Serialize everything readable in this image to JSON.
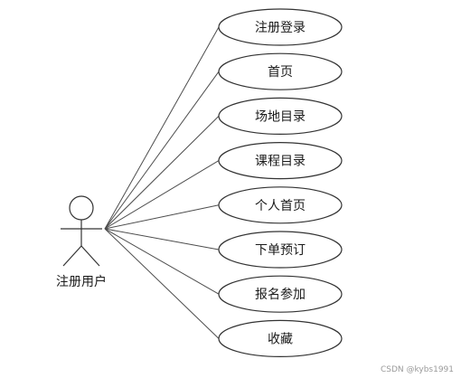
{
  "actor": {
    "name": "注册用户"
  },
  "use_cases": [
    {
      "label": "注册登录"
    },
    {
      "label": "首页"
    },
    {
      "label": "场地目录"
    },
    {
      "label": "课程目录"
    },
    {
      "label": "个人首页"
    },
    {
      "label": "下单预订"
    },
    {
      "label": "报名参加"
    },
    {
      "label": "收藏"
    }
  ],
  "watermark": "CSDN @kybs1991"
}
